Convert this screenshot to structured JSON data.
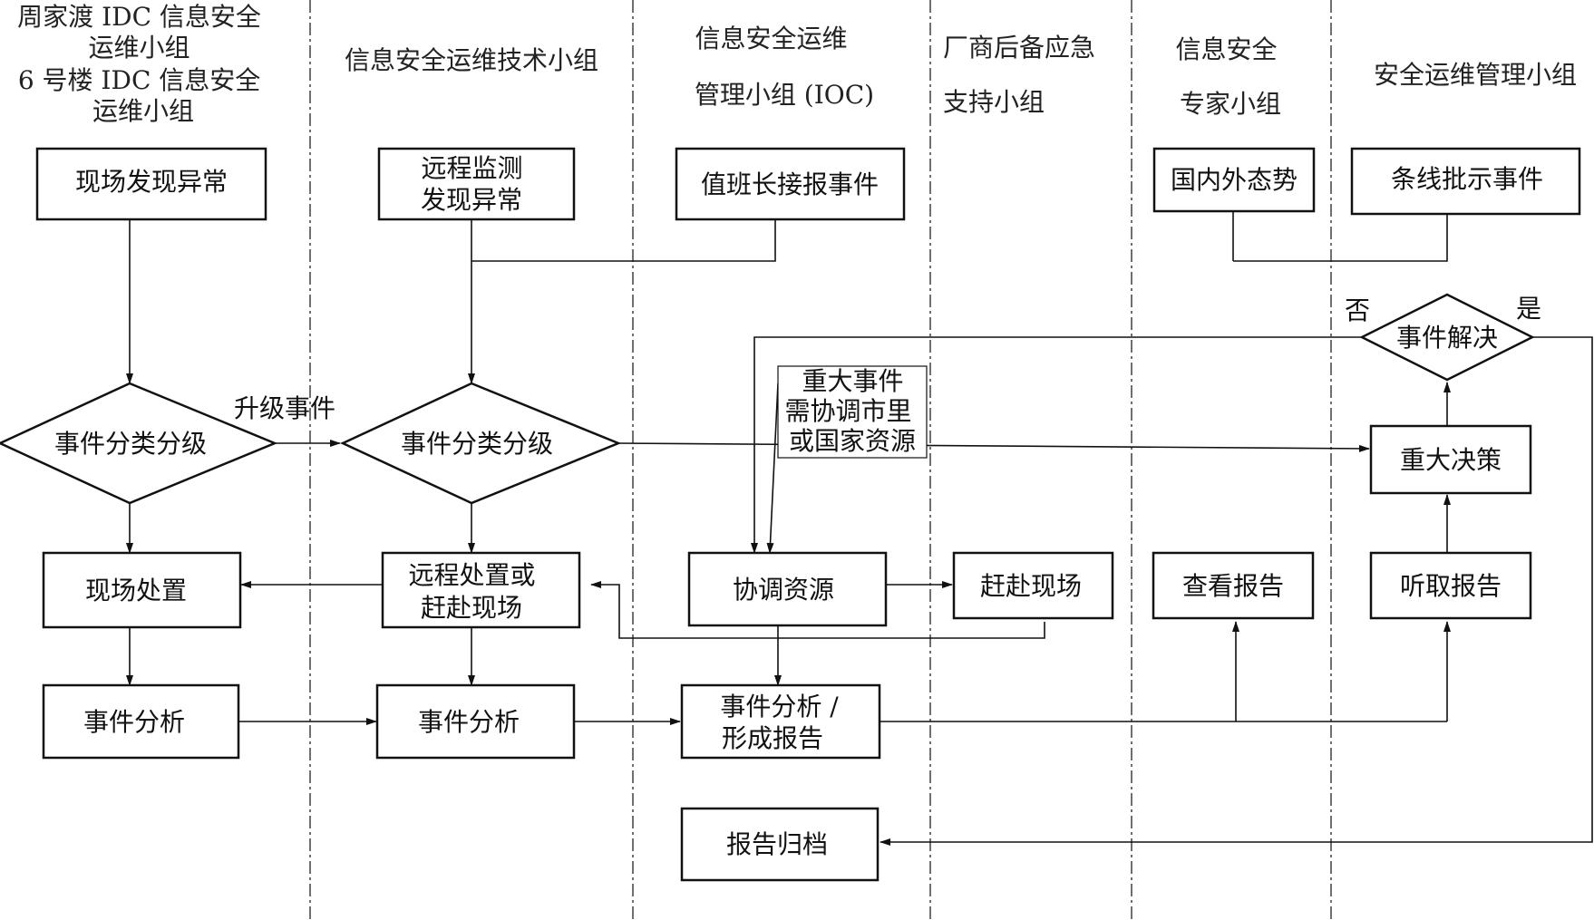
{
  "lanes": [
    {
      "title": [
        "周家渡 IDC 信息安全",
        "运维小组",
        "6 号楼 IDC 信息安全",
        "运维小组"
      ]
    },
    {
      "title": [
        "信息安全运维技术小组"
      ]
    },
    {
      "title": [
        "信息安全运维",
        "管理小组 (IOC)"
      ]
    },
    {
      "title": [
        "厂商后备应急",
        "支持小组"
      ]
    },
    {
      "title": [
        "信息安全",
        "专家小组"
      ]
    },
    {
      "title": [
        "安全运维管理小组"
      ]
    }
  ],
  "nodes": {
    "onsite_detect": "现场发现异常",
    "remote_detect": [
      "远程监测",
      "发现异常"
    ],
    "duty_report": "值班长接报事件",
    "situation": "国内外态势",
    "line_instruction": "条线批示事件",
    "classify_1": "事件分类分级",
    "classify_2": "事件分类分级",
    "resolved": "事件解决",
    "major_decision": "重大决策",
    "onsite_dispose": "现场处置",
    "remote_dispose": [
      "远程处置或",
      "赶赴现场"
    ],
    "coordinate": "协调资源",
    "rush_onsite": "赶赴现场",
    "view_report": "查看报告",
    "hear_report": "听取报告",
    "analysis_1": "事件分析",
    "analysis_2": "事件分析",
    "analysis_3": [
      "事件分析 /",
      "形成报告"
    ],
    "archive": "报告归档"
  },
  "labels": {
    "escalate": "升级事件",
    "major_note": [
      "重大事件",
      "需协调市里",
      "或国家资源"
    ],
    "no": "否",
    "yes": "是"
  }
}
